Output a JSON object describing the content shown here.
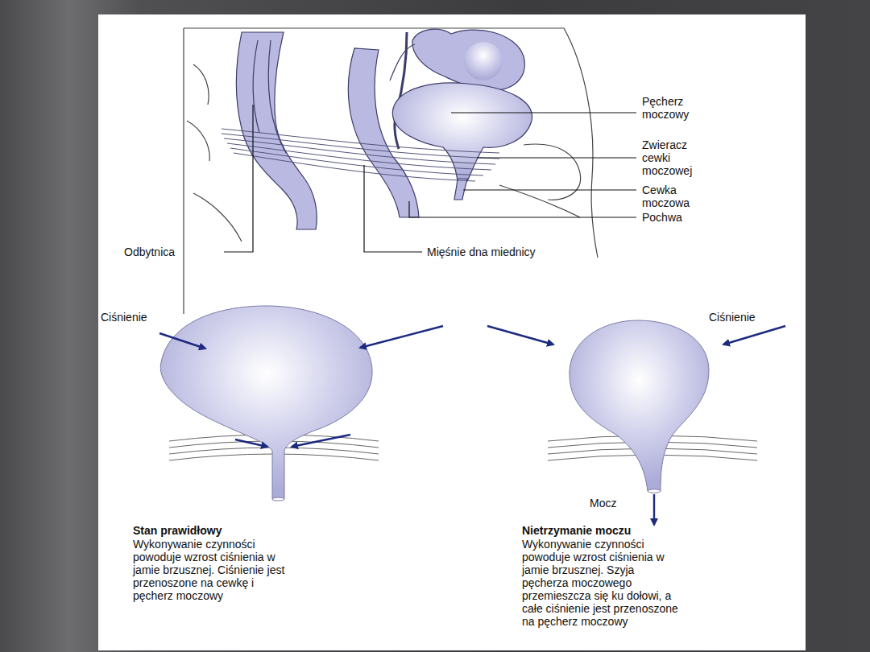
{
  "diagram": {
    "labels": [
      "Pęcherz moczowy",
      "Zwieracz cewki moczowej",
      "Cewka moczowa",
      "Pochwa",
      "Odbytnica",
      "Mięśnie dna miednicy",
      "Ciśnienie",
      "Ciśnienie",
      "Mocz",
      "Stan prawidłowy",
      "Wykonywanie czynności powoduje wzrost ciśnienia w jamie brzusznej. Ciśnienie jest przenoszone na cewkę i pęcherz moczowy",
      "Nietrzymanie moczu",
      "Wykonywanie czynności powoduje wzrost ciśnienia w jamie brzusznej. Szyja pęcherza moczowego przemieszcza się ku dołowi, a całe ciśnienie jest przenoszone na pęcherz moczowy"
    ]
  }
}
